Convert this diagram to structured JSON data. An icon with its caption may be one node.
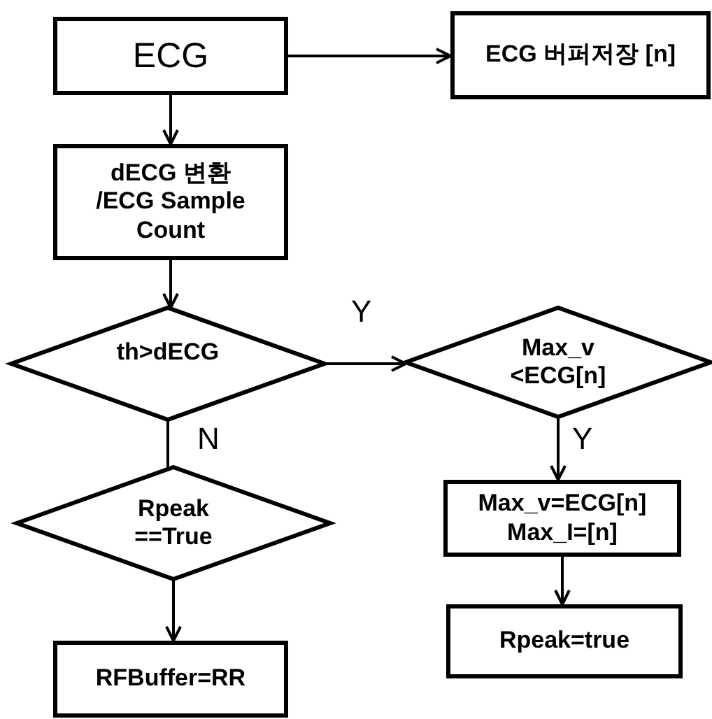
{
  "diagram": {
    "nodes": [
      {
        "text": [
          "ECG"
        ]
      },
      {
        "text": [
          "ECG 버퍼저장 [n]"
        ]
      },
      {
        "text": [
          "dECG 변환 /ECG Sample Count"
        ]
      },
      {
        "text": [
          "th>dECG"
        ]
      },
      {
        "text": [
          "Max_v <ECG[n]"
        ]
      },
      {
        "text": [
          "Rpeak ==True"
        ]
      },
      {
        "text": [
          "Max_v=ECG[n] Max_I=[n]"
        ]
      },
      {
        "text": [
          "RFBuffer=RR"
        ]
      },
      {
        "text": [
          "Rpeak=true"
        ]
      }
    ],
    "edges": [
      {
        "from": 0,
        "to": 1,
        "arrow": "to"
      },
      {
        "from": 0,
        "to": 2,
        "arrow": "to"
      },
      {
        "from": 2,
        "to": 3,
        "arrow": "to"
      },
      {
        "from": 3,
        "to": 4,
        "arrow": "to",
        "label": "Y"
      },
      {
        "from": 3,
        "to": 5,
        "arrow": "none",
        "label": "N"
      },
      {
        "from": 4,
        "to": 6,
        "arrow": "to",
        "label": "Y"
      },
      {
        "from": 6,
        "to": 8,
        "arrow": "to"
      },
      {
        "from": 5,
        "to": 7,
        "arrow": "to"
      }
    ]
  }
}
